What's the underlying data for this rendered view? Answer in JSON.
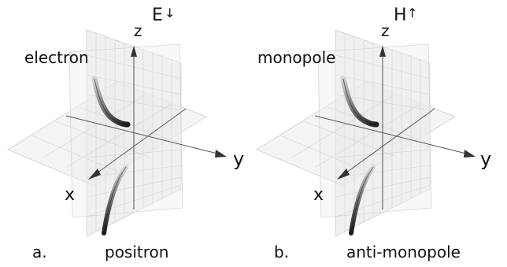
{
  "panels": [
    {
      "panel_label": "a.",
      "axis_z": "z",
      "axis_y": "y",
      "axis_x": "x",
      "field_label": "E",
      "field_arrow": "↓",
      "top_particle": "electron",
      "bottom_particle": "positron"
    },
    {
      "panel_label": "b.",
      "axis_z": "z",
      "axis_y": "y",
      "axis_x": "x",
      "field_label": "H",
      "field_arrow": "↑",
      "top_particle": "monopole",
      "bottom_particle": "anti-monopole"
    }
  ],
  "colors": {
    "grid": "#cfcfcf",
    "plane": "#e6e6e6",
    "axis": "#555555",
    "tube_dark": "#222222",
    "tube_light": "#9a9a9a"
  }
}
